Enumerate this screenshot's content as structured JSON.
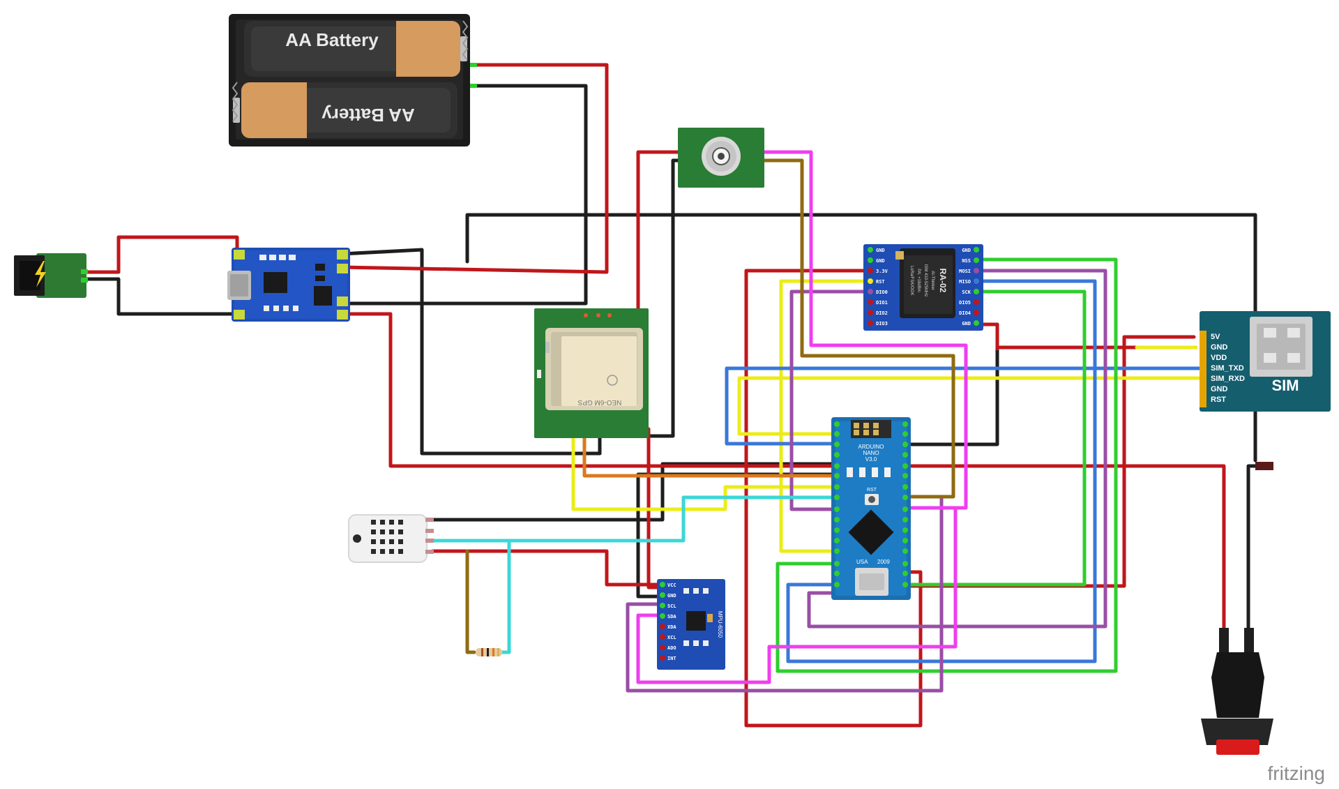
{
  "battery": {
    "label_top": "AA Battery",
    "label_bottom": "AA Battery"
  },
  "lora": {
    "left_pins": [
      "GND",
      "GND",
      "3.3V",
      "RST",
      "DIO0",
      "DIO1",
      "DIO2",
      "DIO3"
    ],
    "right_pins": [
      "GND",
      "NSS",
      "MOSI",
      "MISO",
      "SCK",
      "DIO5",
      "DIO4",
      "GND"
    ],
    "chip_lines": [
      "RA-02",
      "AI-Thinker",
      "ISM 410-525MHz",
      "PA: +18dBm",
      "LoRa/FSK/OOK"
    ]
  },
  "sim": {
    "pins": [
      "5V",
      "GND",
      "VDD",
      "SIM_TXD",
      "SIM_RXD",
      "GND",
      "RST"
    ],
    "label": "SIM"
  },
  "nano": {
    "title_lines": [
      "ARDUINO",
      "NANO",
      "V3.0"
    ],
    "usa": "USA",
    "year": "2009",
    "rst": "RST"
  },
  "gps": {
    "module_text": "NEO-6M GPS"
  },
  "mpu": {
    "pins": [
      "VCC",
      "GND",
      "SCL",
      "SDA",
      "XDA",
      "XCL",
      "ADO",
      "INT"
    ],
    "label": "MPU-6050"
  },
  "watermark": "fritzing",
  "colors": {
    "red": "#c0161b",
    "black": "#1e1e1e",
    "yellow": "#ecec1a",
    "magenta": "#ef3ef0",
    "green": "#2fce2f",
    "blue": "#3a78d8",
    "purple": "#9a4ea6",
    "brown": "#8f6b12",
    "orange": "#d97a1e",
    "cyan": "#3cd7d7"
  }
}
